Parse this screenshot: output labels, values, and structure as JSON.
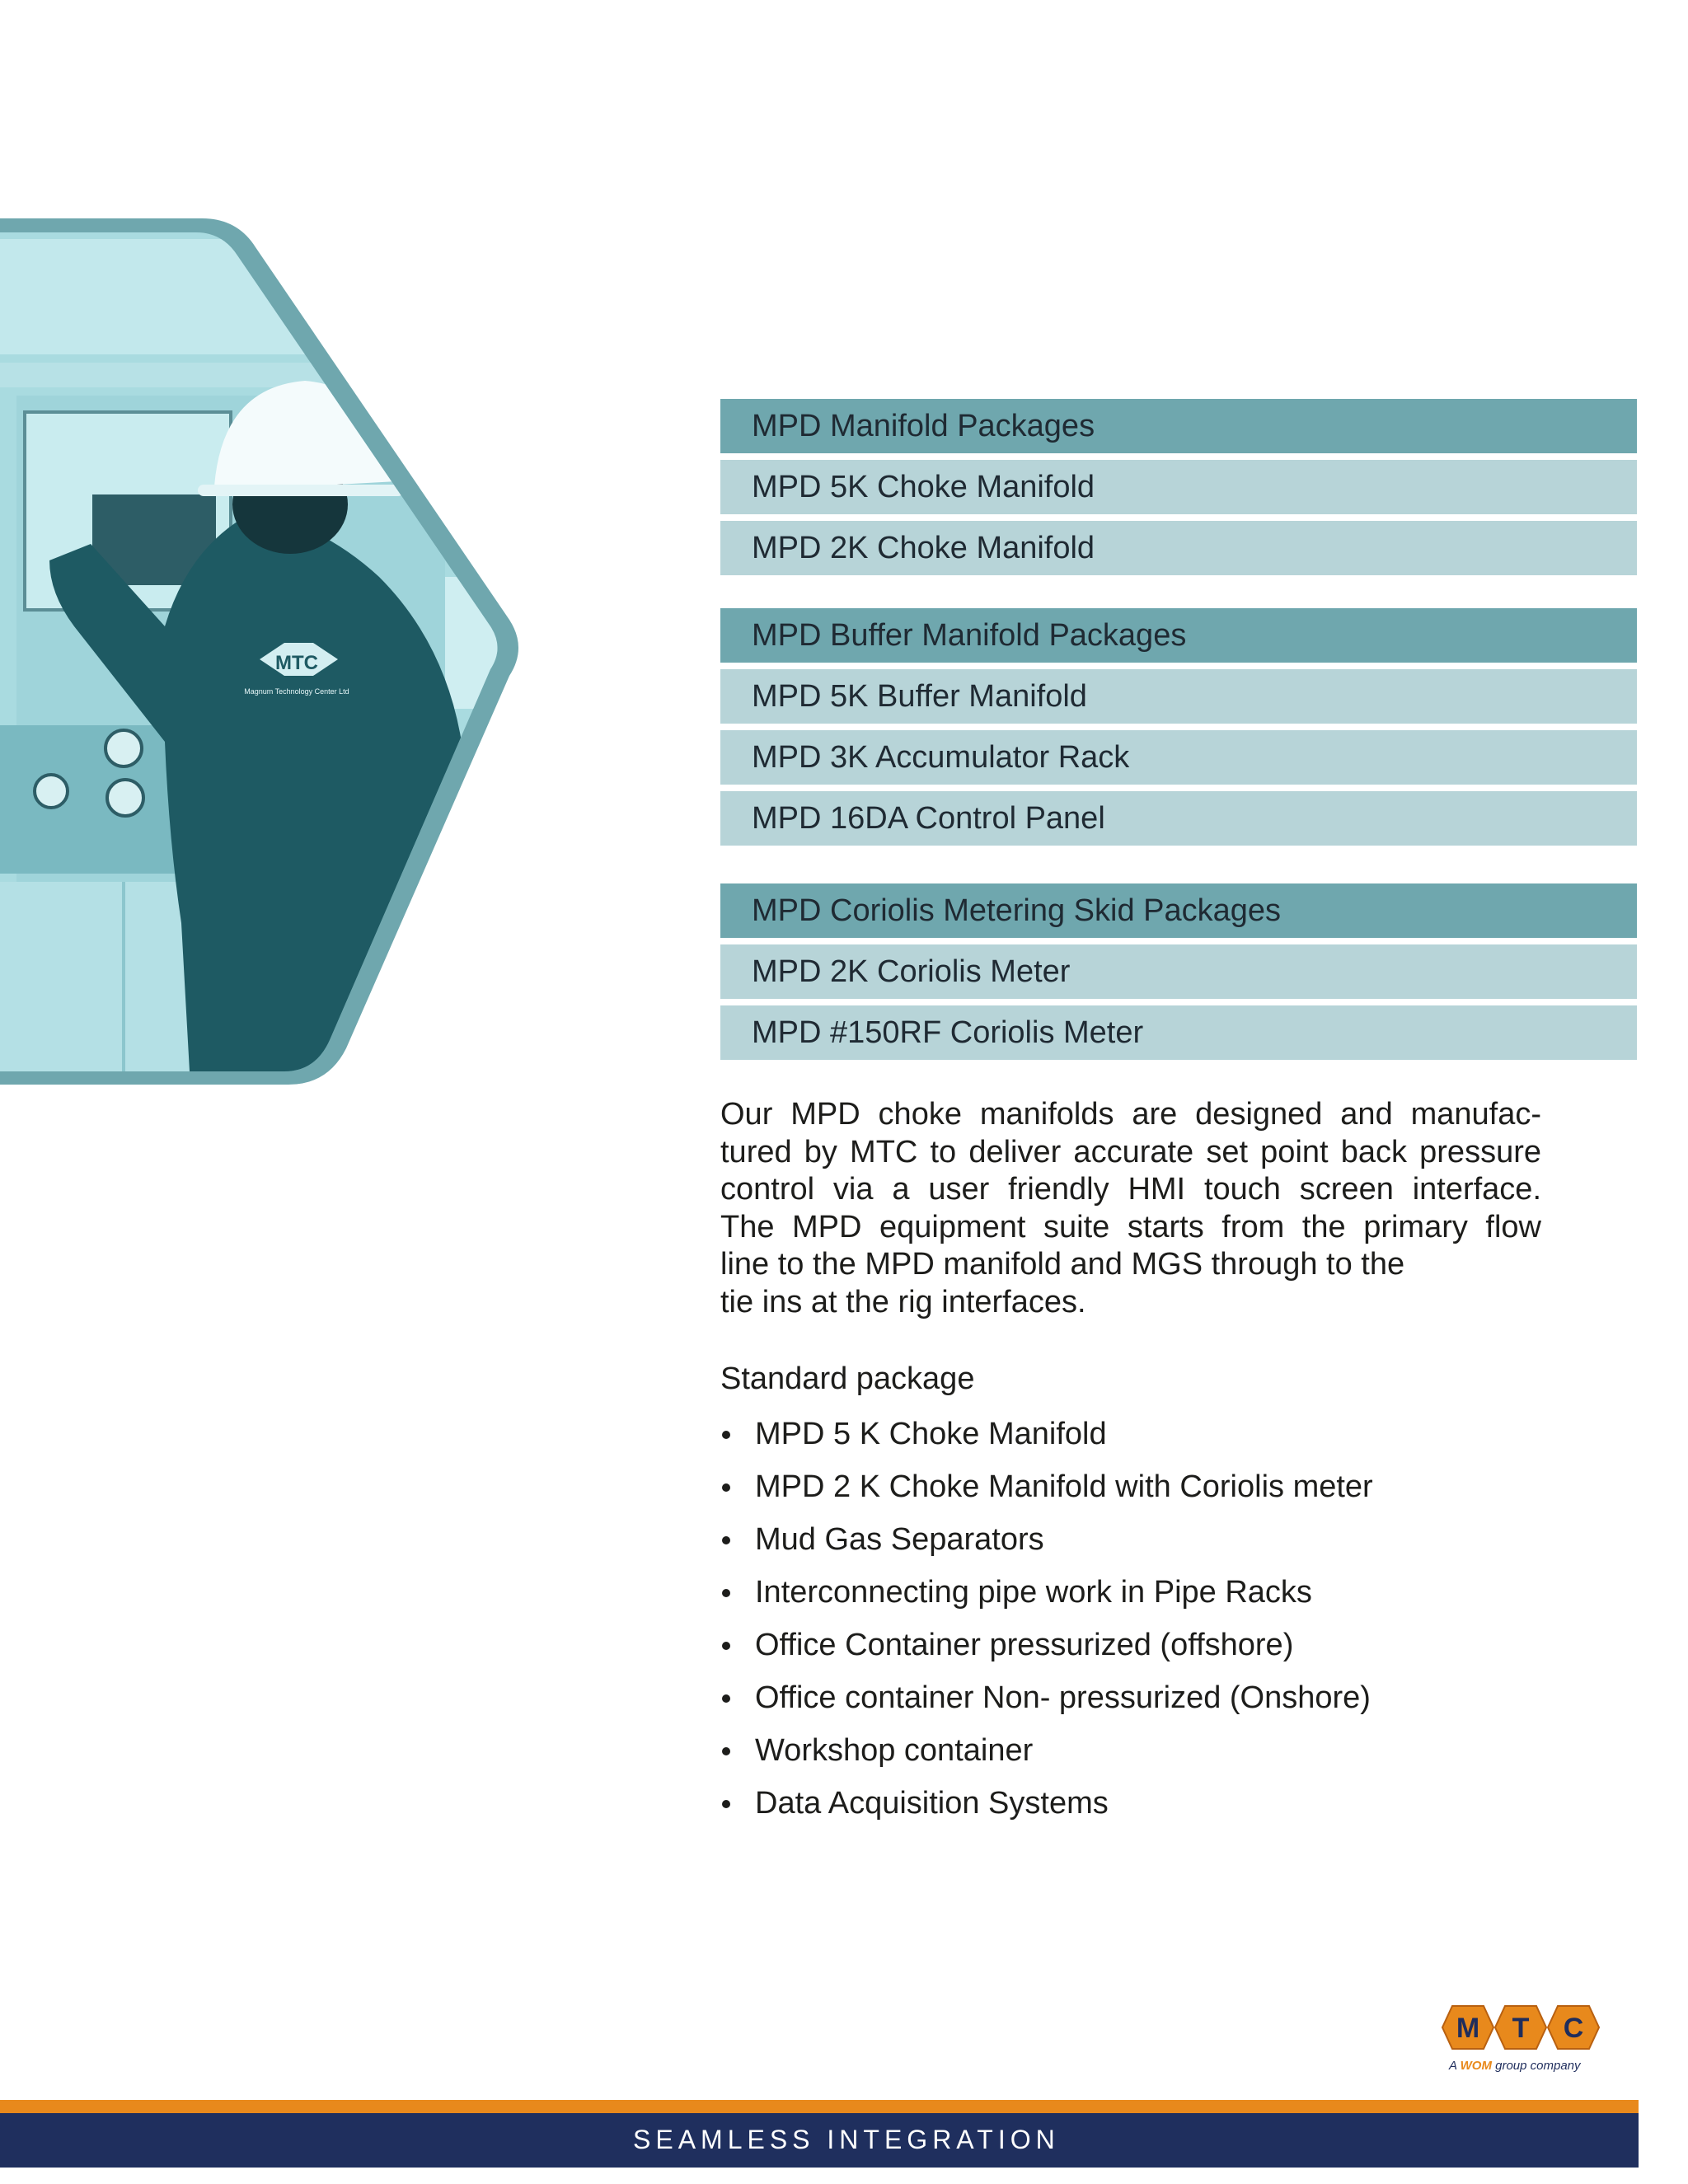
{
  "hero": {
    "photo_caption": "Worker in white hard hat at control panel",
    "jacket_logo": "MTC",
    "jacket_subtext": "Magnum Technology Center Ltd",
    "colors": {
      "frame": "#6fa7ae",
      "tint": "#a9dbe0"
    }
  },
  "tables": [
    {
      "header": "MPD Manifold Packages",
      "items": [
        "MPD 5K Choke Manifold",
        "MPD 2K Choke Manifold"
      ]
    },
    {
      "header": "MPD Buffer Manifold Packages",
      "items": [
        "MPD 5K Buffer Manifold",
        "MPD 3K Accumulator Rack",
        "MPD 16DA Control Panel"
      ]
    },
    {
      "header": "MPD Coriolis Metering Skid Packages",
      "items": [
        "MPD 2K Coriolis Meter",
        "MPD #150RF Coriolis Meter"
      ]
    }
  ],
  "paragraph": {
    "lines": [
      "Our MPD choke manifolds are designed and manufac-",
      "tured by MTC to deliver accurate set point back pressure",
      "control via a user friendly HMI touch screen interface.",
      "The MPD equipment suite starts from the primary flow",
      "line to the MPD manifold and MGS through to the",
      "tie ins at the rig interfaces."
    ]
  },
  "standard_package": {
    "title": "Standard package",
    "items": [
      "MPD 5 K Choke Manifold",
      "MPD 2 K Choke Manifold with Coriolis meter",
      "Mud Gas Separators",
      "Interconnecting pipe work in Pipe Racks",
      "Office Container pressurized (offshore)",
      "Office container Non- pressurized (Onshore)",
      "Workshop container",
      "Data Acquisition Systems"
    ]
  },
  "logo": {
    "letters": [
      "M",
      "T",
      "C"
    ],
    "tagline_prefix": "A ",
    "tagline_brand": "WOM",
    "tagline_suffix": " group company",
    "colors": {
      "orange": "#e8891c",
      "navy": "#1f2d5c"
    }
  },
  "footer": {
    "text": "SEAMLESS INTEGRATION",
    "colors": {
      "bar": "#1f2f5e",
      "stripe": "#e8891c"
    }
  }
}
